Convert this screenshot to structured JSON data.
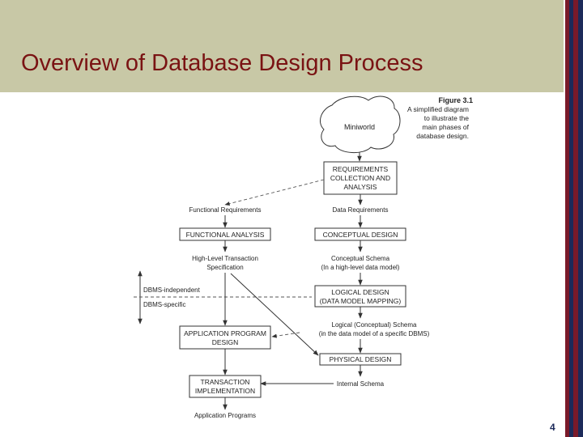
{
  "slide": {
    "title": "Overview of Database Design Process",
    "page_number": "4"
  },
  "colors": {
    "title_band": "#c8c8a6",
    "title_text": "#7a1313",
    "stripe_maroon": "#7a1a2a",
    "stripe_navy": "#1c2a5a"
  },
  "figure": {
    "label": "Figure 3.1",
    "caption": [
      "A simplified diagram",
      "to illustrate the",
      "main phases of",
      "database design."
    ],
    "miniworld": "Miniworld",
    "requirements": [
      "REQUIREMENTS",
      "COLLECTION AND",
      "ANALYSIS"
    ],
    "functional_requirements": "Functional Requirements",
    "data_requirements": "Data Requirements",
    "functional_analysis": "FUNCTIONAL ANALYSIS",
    "conceptual_design": "CONCEPTUAL DESIGN",
    "high_level_spec": [
      "High-Level Transaction",
      "Specification"
    ],
    "conceptual_schema": [
      "Conceptual Schema",
      "(In a high-level data model)"
    ],
    "dbms_independent": "DBMS-independent",
    "dbms_specific": "DBMS-specific",
    "logical_design": [
      "LOGICAL DESIGN",
      "(DATA MODEL MAPPING)"
    ],
    "logical_schema": [
      "Logical (Conceptual) Schema",
      "(in the data model of a specific DBMS)"
    ],
    "application_program_design": [
      "APPLICATION PROGRAM",
      "DESIGN"
    ],
    "physical_design": "PHYSICAL DESIGN",
    "internal_schema": "Internal Schema",
    "transaction_implementation": [
      "TRANSACTION",
      "IMPLEMENTATION"
    ],
    "application_programs": "Application Programs"
  }
}
